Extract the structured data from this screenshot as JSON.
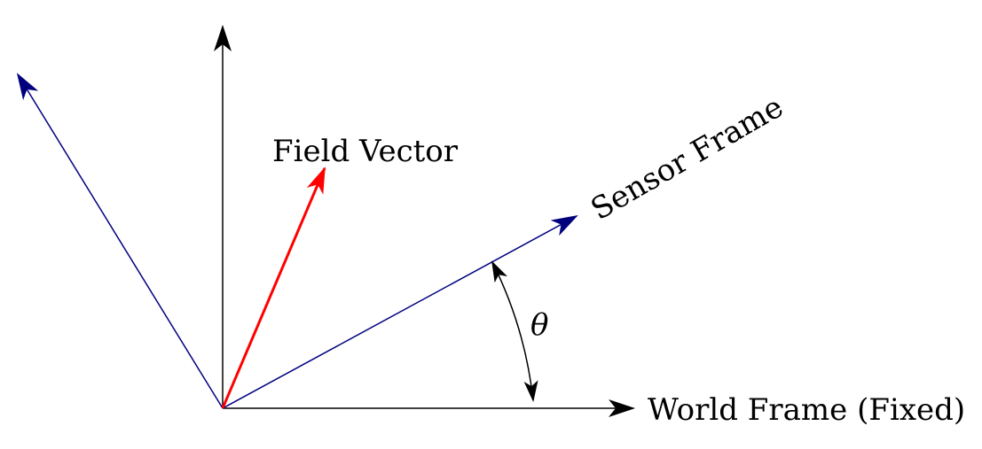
{
  "diagram": {
    "labels": {
      "field_vector": "Field Vector",
      "sensor_frame": "Sensor Frame",
      "world_frame": "World Frame (Fixed)",
      "angle": "θ"
    },
    "colors": {
      "world_axes": "#000000",
      "sensor_axes": "#00007f",
      "field_vector": "#ff0000",
      "angle_arc": "#000000"
    },
    "sensor_frame_rotation_deg": 30,
    "field_vector_angle_deg": 66
  }
}
